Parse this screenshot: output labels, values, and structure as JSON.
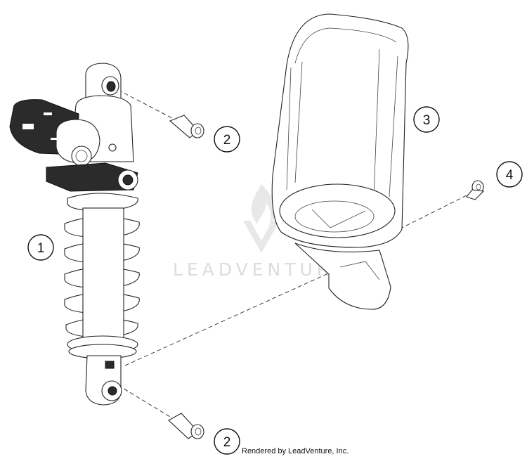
{
  "diagram": {
    "callouts": [
      {
        "id": "shock-absorber",
        "label": "1"
      },
      {
        "id": "upper-bolt",
        "label": "2"
      },
      {
        "id": "mud-flap",
        "label": "3"
      },
      {
        "id": "screw",
        "label": "4"
      },
      {
        "id": "lower-bolt",
        "label": "2"
      }
    ],
    "watermark": "LEADVENTURE",
    "credit": "Rendered by LeadVenture, Inc."
  }
}
